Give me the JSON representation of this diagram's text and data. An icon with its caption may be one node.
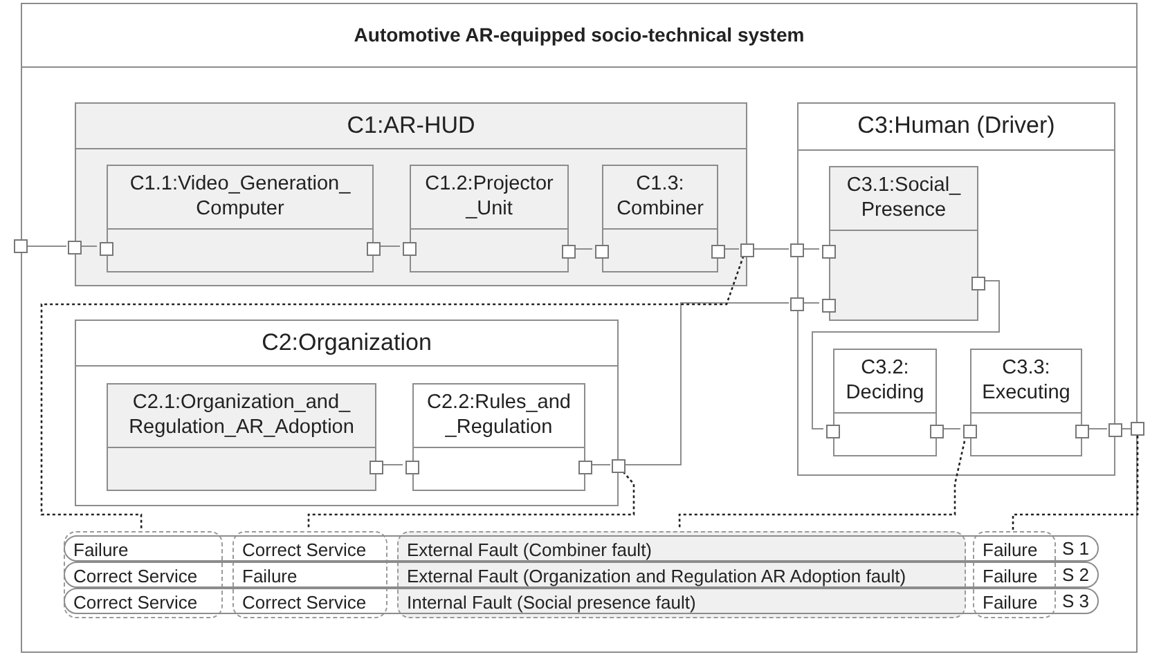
{
  "diagram": {
    "nodes": [
      {
        "text": [
          "Automotive AR-equipped socio-technical system"
        ]
      },
      {
        "text": [
          "C1:AR-HUD"
        ],
        "in": 0
      },
      {
        "text": [
          "C1.1:Video_Generation_ Computer"
        ],
        "in": 1
      },
      {
        "text": [
          "C1.2:Projector _Unit"
        ],
        "in": 1
      },
      {
        "text": [
          "C1.3: Combiner"
        ],
        "in": 1
      },
      {
        "text": [
          "C2:Organization"
        ],
        "in": 0
      },
      {
        "text": [
          "C2.1:Organization_and_ Regulation_AR_Adoption"
        ],
        "in": 5
      },
      {
        "text": [
          "C2.2:Rules_and _Regulation"
        ],
        "in": 5
      },
      {
        "text": [
          "C3:Human (Driver)"
        ],
        "in": 0
      },
      {
        "text": [
          "C3.1:Social_ Presence"
        ],
        "in": 8
      },
      {
        "text": [
          "C3.2: Deciding"
        ],
        "in": 8
      },
      {
        "text": [
          "C3.3: Executing"
        ],
        "in": 8
      },
      {
        "text": [
          "Failure",
          "Correct Service",
          "Correct Service"
        ],
        "in": 0
      },
      {
        "text": [
          "Correct Service",
          "Failure",
          "Correct Service"
        ],
        "in": 0
      },
      {
        "text": [
          "External Fault (Combiner fault)",
          "External Fault (Organization and Regulation AR Adoption fault)",
          "Internal Fault (Social presence fault)"
        ],
        "in": 0
      },
      {
        "text": [
          "Failure",
          "Failure",
          "Failure"
        ],
        "in": 0
      },
      {
        "text": [],
        "shape": "box"
      },
      {
        "text": [],
        "shape": "box",
        "in": 0
      },
      {
        "text": [],
        "shape": "box",
        "in": 1
      },
      {
        "text": [],
        "shape": "box",
        "in": 1
      },
      {
        "text": [],
        "shape": "box",
        "in": 1
      },
      {
        "text": [],
        "shape": "box",
        "in": 1
      },
      {
        "text": [],
        "shape": "box",
        "in": 1
      },
      {
        "text": [],
        "shape": "box",
        "in": 1
      },
      {
        "text": [],
        "shape": "box",
        "in": 0
      },
      {
        "text": [],
        "shape": "box",
        "in": 0
      },
      {
        "text": [],
        "shape": "box",
        "in": 8
      },
      {
        "text": [],
        "shape": "box",
        "in": 8
      },
      {
        "text": [],
        "shape": "box",
        "in": 0
      },
      {
        "text": [],
        "shape": "box",
        "in": 8
      },
      {
        "text": [],
        "shape": "box",
        "in": 8
      },
      {
        "text": [],
        "shape": "box",
        "in": 8
      },
      {
        "text": [],
        "shape": "box",
        "in": 8
      },
      {
        "text": [],
        "shape": "box",
        "in": 8
      },
      {
        "text": [],
        "shape": "box",
        "in": 0
      },
      {
        "text": [],
        "shape": "box"
      },
      {
        "text": [],
        "shape": "box",
        "in": 5
      },
      {
        "text": [],
        "shape": "box",
        "in": 5
      },
      {
        "text": [],
        "shape": "box",
        "in": 5
      },
      {
        "text": [],
        "shape": "box",
        "in": 0
      }
    ],
    "edges": [
      {
        "from": 16,
        "to": 17,
        "arrow": "none"
      },
      {
        "from": 17,
        "to": 18,
        "arrow": "none"
      },
      {
        "from": 19,
        "to": 20,
        "arrow": "none"
      },
      {
        "from": 21,
        "to": 22,
        "arrow": "none"
      },
      {
        "from": 23,
        "to": 24,
        "arrow": "none"
      },
      {
        "from": 24,
        "to": 25,
        "arrow": "none"
      },
      {
        "from": 25,
        "to": 26,
        "arrow": "none"
      },
      {
        "from": 27,
        "to": 30,
        "arrow": "none"
      },
      {
        "from": 31,
        "to": 32,
        "arrow": "none"
      },
      {
        "from": 33,
        "to": 34,
        "arrow": "none"
      },
      {
        "from": 34,
        "to": 35,
        "arrow": "none"
      },
      {
        "from": 36,
        "to": 37,
        "arrow": "none"
      },
      {
        "from": 38,
        "to": 39,
        "arrow": "none"
      },
      {
        "from": 39,
        "to": 28,
        "arrow": "none"
      },
      {
        "from": 28,
        "to": 29,
        "arrow": "none"
      },
      {
        "from": 24,
        "to": 12,
        "arrow": "none",
        "style": "dashed",
        "color": "#222222"
      },
      {
        "from": 39,
        "to": 13,
        "arrow": "none",
        "style": "dashed",
        "color": "#222222"
      },
      {
        "from": 32,
        "to": 14,
        "arrow": "none",
        "style": "dashed",
        "color": "#222222"
      },
      {
        "from": 35,
        "to": 15,
        "arrow": "none",
        "style": "dashed",
        "color": "#222222"
      }
    ],
    "labels": [
      "S 1",
      "S 2",
      "S 3"
    ]
  }
}
